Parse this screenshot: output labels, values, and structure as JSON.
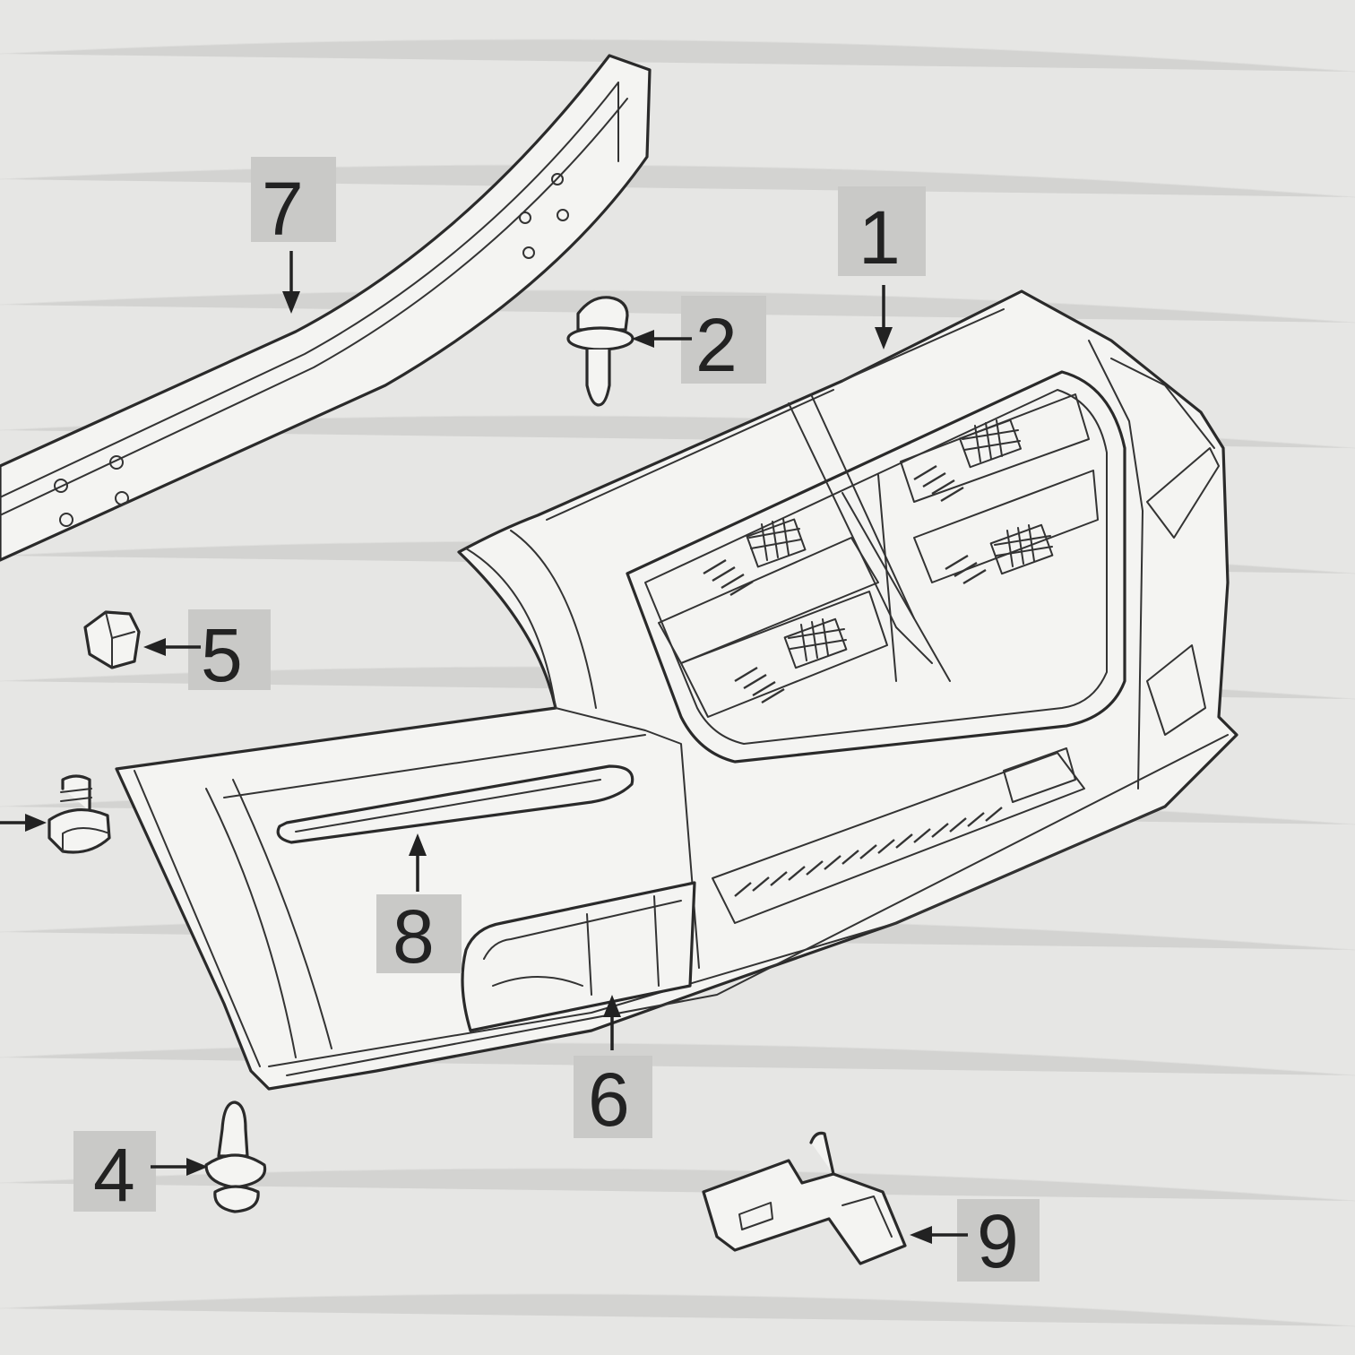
{
  "diagram": {
    "type": "exploded-parts-diagram",
    "callouts": [
      {
        "id": "1",
        "label": "1"
      },
      {
        "id": "2",
        "label": "2"
      },
      {
        "id": "4",
        "label": "4"
      },
      {
        "id": "5",
        "label": "5"
      },
      {
        "id": "6",
        "label": "6"
      },
      {
        "id": "7",
        "label": "7"
      },
      {
        "id": "8",
        "label": "8"
      },
      {
        "id": "9",
        "label": "9"
      }
    ],
    "colors": {
      "background": "#e6e6e4",
      "line": "#2a2a2a",
      "callout_tag": "#c9c9c7"
    },
    "icons": [
      "push-pin-clip",
      "u-nut",
      "flange-bolt",
      "christmas-tree-clip",
      "bracket-clip"
    ]
  }
}
